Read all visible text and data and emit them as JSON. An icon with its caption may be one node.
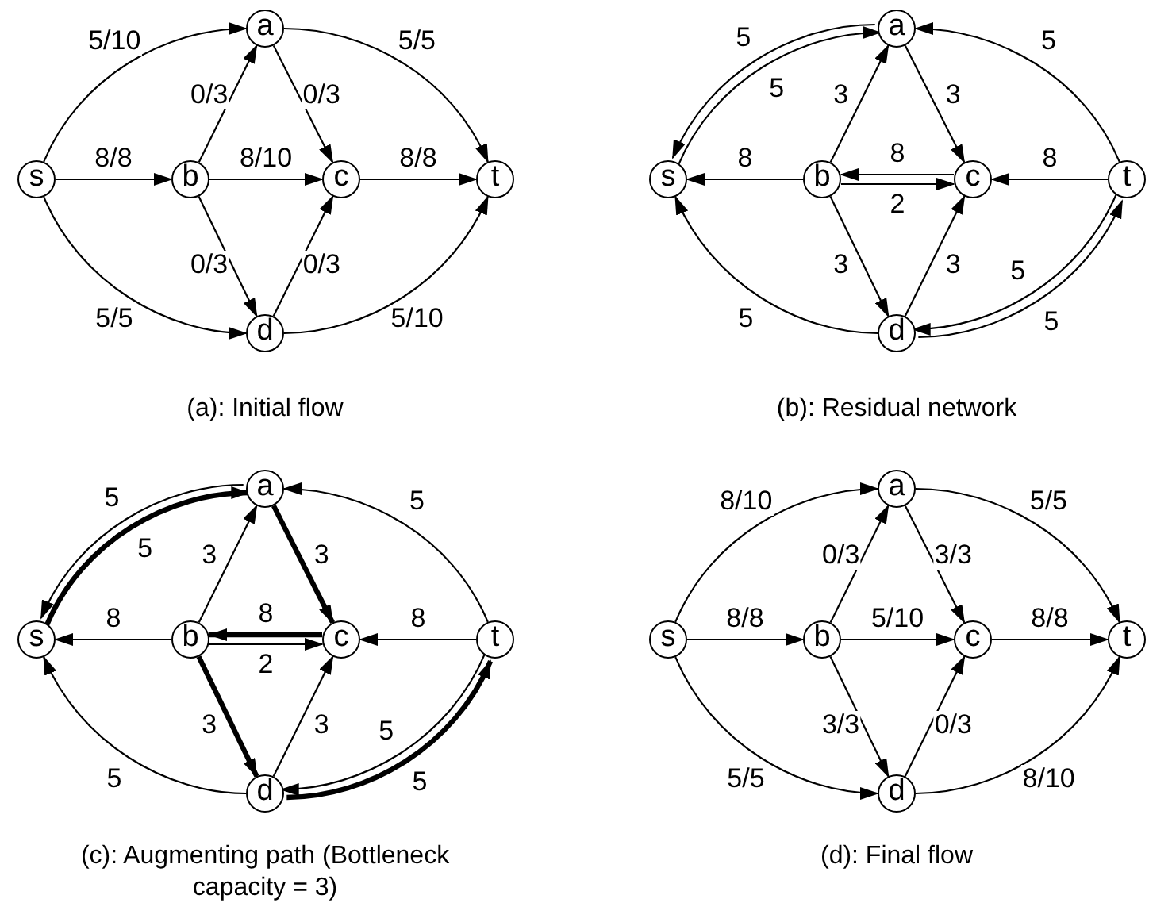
{
  "diagram": {
    "nodes": [
      {
        "text": [
          "s"
        ]
      },
      {
        "text": [
          "a"
        ]
      },
      {
        "text": [
          "b"
        ]
      },
      {
        "text": [
          "c"
        ]
      },
      {
        "text": [
          "d"
        ]
      },
      {
        "text": [
          "t"
        ]
      },
      {
        "text": [
          "s"
        ]
      },
      {
        "text": [
          "a"
        ]
      },
      {
        "text": [
          "b"
        ]
      },
      {
        "text": [
          "c"
        ]
      },
      {
        "text": [
          "d"
        ]
      },
      {
        "text": [
          "t"
        ]
      },
      {
        "text": [
          "s"
        ]
      },
      {
        "text": [
          "a"
        ]
      },
      {
        "text": [
          "b"
        ]
      },
      {
        "text": [
          "c"
        ]
      },
      {
        "text": [
          "d"
        ]
      },
      {
        "text": [
          "t"
        ]
      },
      {
        "text": [
          "s"
        ]
      },
      {
        "text": [
          "a"
        ]
      },
      {
        "text": [
          "b"
        ]
      },
      {
        "text": [
          "c"
        ]
      },
      {
        "text": [
          "d"
        ]
      },
      {
        "text": [
          "t"
        ]
      }
    ],
    "edges": [
      {
        "from": 0,
        "to": 1,
        "arrow": "to",
        "label": "5/10"
      },
      {
        "from": 0,
        "to": 2,
        "arrow": "to",
        "label": "8/8"
      },
      {
        "from": 0,
        "to": 4,
        "arrow": "to",
        "label": "5/5"
      },
      {
        "from": 2,
        "to": 1,
        "arrow": "to",
        "label": "0/3"
      },
      {
        "from": 2,
        "to": 3,
        "arrow": "to",
        "label": "8/10"
      },
      {
        "from": 2,
        "to": 4,
        "arrow": "to",
        "label": "0/3"
      },
      {
        "from": 1,
        "to": 3,
        "arrow": "to",
        "label": "0/3"
      },
      {
        "from": 1,
        "to": 5,
        "arrow": "to",
        "label": "5/5"
      },
      {
        "from": 3,
        "to": 5,
        "arrow": "to",
        "label": "8/8"
      },
      {
        "from": 4,
        "to": 3,
        "arrow": "to",
        "label": "0/3"
      },
      {
        "from": 4,
        "to": 5,
        "arrow": "to",
        "label": "5/10"
      },
      {
        "from": 7,
        "to": 6,
        "arrow": "to",
        "label": "5"
      },
      {
        "from": 6,
        "to": 7,
        "arrow": "to",
        "label": "5"
      },
      {
        "from": 11,
        "to": 7,
        "arrow": "to",
        "label": "5"
      },
      {
        "from": 8,
        "to": 6,
        "arrow": "to",
        "label": "8"
      },
      {
        "from": 8,
        "to": 7,
        "arrow": "to",
        "label": "3"
      },
      {
        "from": 7,
        "to": 9,
        "arrow": "to",
        "label": "3"
      },
      {
        "from": 8,
        "to": 9,
        "arrow": "to",
        "label": "2"
      },
      {
        "from": 9,
        "to": 8,
        "arrow": "to",
        "label": "8"
      },
      {
        "from": 8,
        "to": 10,
        "arrow": "to",
        "label": "3"
      },
      {
        "from": 10,
        "to": 9,
        "arrow": "to",
        "label": "3"
      },
      {
        "from": 11,
        "to": 9,
        "arrow": "to",
        "label": "8"
      },
      {
        "from": 10,
        "to": 6,
        "arrow": "to",
        "label": "5"
      },
      {
        "from": 10,
        "to": 11,
        "arrow": "to",
        "label": "5"
      },
      {
        "from": 11,
        "to": 10,
        "arrow": "to",
        "label": "5"
      },
      {
        "from": 13,
        "to": 12,
        "arrow": "to",
        "label": "5"
      },
      {
        "from": 12,
        "to": 13,
        "arrow": "to",
        "label": "5",
        "style": "thick"
      },
      {
        "from": 17,
        "to": 13,
        "arrow": "to",
        "label": "5"
      },
      {
        "from": 14,
        "to": 12,
        "arrow": "to",
        "label": "8"
      },
      {
        "from": 14,
        "to": 13,
        "arrow": "to",
        "label": "3"
      },
      {
        "from": 13,
        "to": 15,
        "arrow": "to",
        "label": "3",
        "style": "thick"
      },
      {
        "from": 14,
        "to": 15,
        "arrow": "to",
        "label": "2"
      },
      {
        "from": 15,
        "to": 14,
        "arrow": "to",
        "label": "8",
        "style": "thick"
      },
      {
        "from": 14,
        "to": 16,
        "arrow": "to",
        "label": "3",
        "style": "thick"
      },
      {
        "from": 16,
        "to": 15,
        "arrow": "to",
        "label": "3"
      },
      {
        "from": 17,
        "to": 15,
        "arrow": "to",
        "label": "8"
      },
      {
        "from": 16,
        "to": 12,
        "arrow": "to",
        "label": "5"
      },
      {
        "from": 16,
        "to": 17,
        "arrow": "to",
        "label": "5",
        "style": "thick"
      },
      {
        "from": 17,
        "to": 16,
        "arrow": "to",
        "label": "5"
      },
      {
        "from": 18,
        "to": 19,
        "arrow": "to",
        "label": "8/10"
      },
      {
        "from": 18,
        "to": 20,
        "arrow": "to",
        "label": "8/8"
      },
      {
        "from": 18,
        "to": 22,
        "arrow": "to",
        "label": "5/5"
      },
      {
        "from": 20,
        "to": 19,
        "arrow": "to",
        "label": "0/3"
      },
      {
        "from": 20,
        "to": 21,
        "arrow": "to",
        "label": "5/10"
      },
      {
        "from": 20,
        "to": 22,
        "arrow": "to",
        "label": "3/3"
      },
      {
        "from": 19,
        "to": 21,
        "arrow": "to",
        "label": "3/3"
      },
      {
        "from": 19,
        "to": 23,
        "arrow": "to",
        "label": "5/5"
      },
      {
        "from": 21,
        "to": 23,
        "arrow": "to",
        "label": "8/8"
      },
      {
        "from": 22,
        "to": 21,
        "arrow": "to",
        "label": "0/3"
      },
      {
        "from": 22,
        "to": 23,
        "arrow": "to",
        "label": "8/10"
      }
    ],
    "labels": [
      "(a): Initial flow",
      "(b): Residual network",
      "(c): Augmenting path (Bottleneck capacity = 3)",
      "(d): Final flow"
    ]
  }
}
